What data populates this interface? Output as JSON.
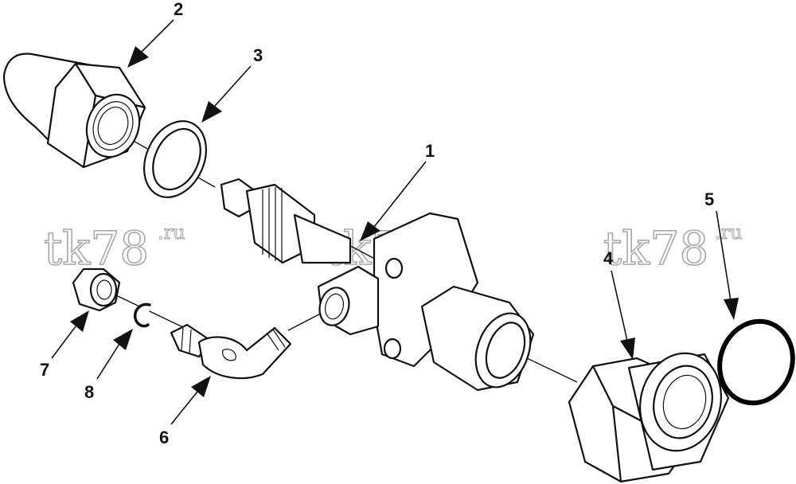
{
  "watermark": {
    "main": "tk78",
    "suffix": ".ru"
  },
  "callouts": {
    "c1": "1",
    "c2": "2",
    "c3": "3",
    "c4": "4",
    "c5": "5",
    "c6": "6",
    "c7": "7",
    "c8": "8"
  }
}
